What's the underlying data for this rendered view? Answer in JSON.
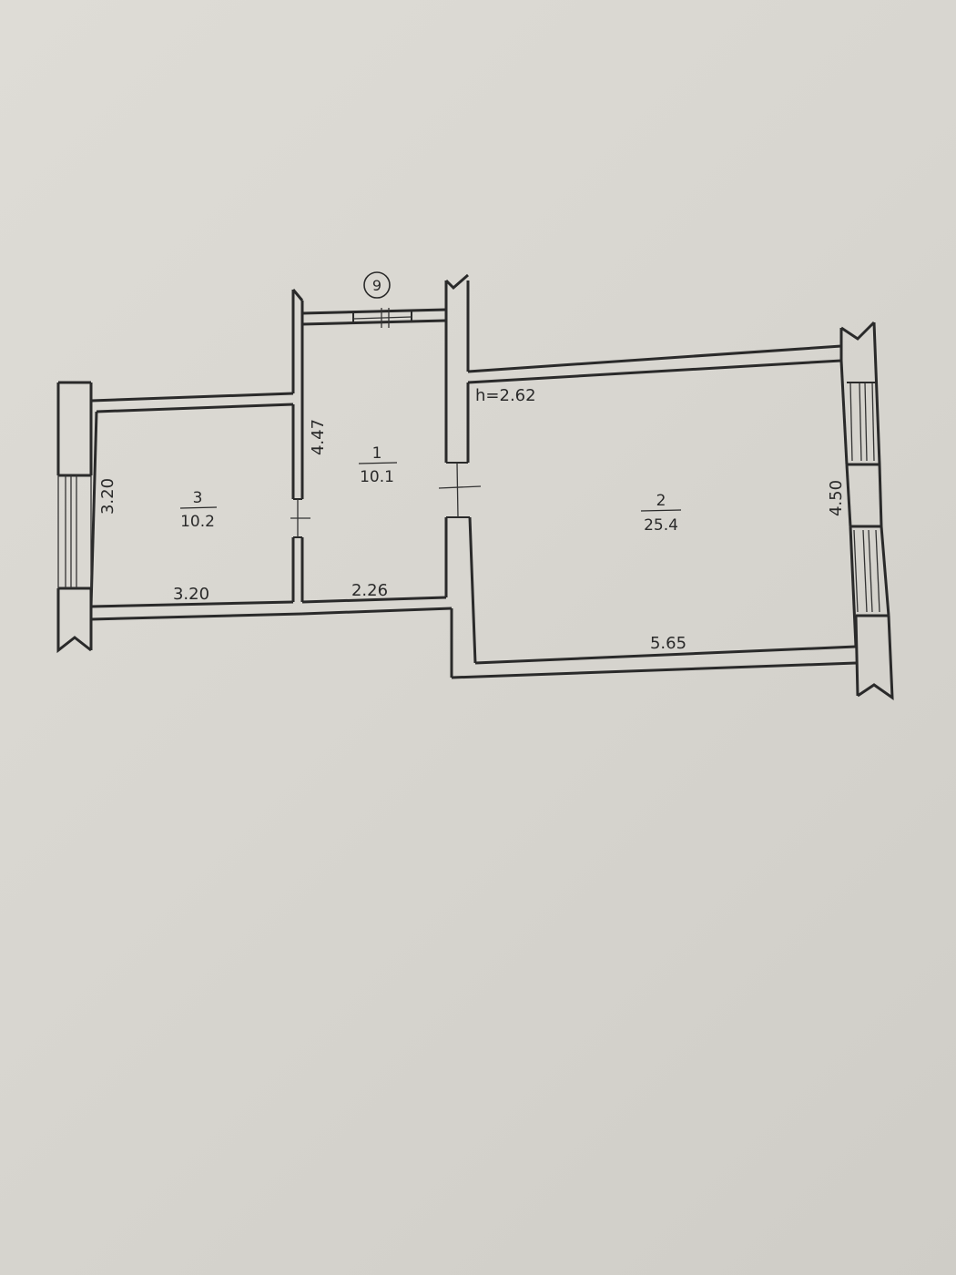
{
  "plan": {
    "ceiling_height": "h=2.62",
    "section_marker": "9",
    "rooms": [
      {
        "number": "1",
        "area": "10.1",
        "width": "2.26",
        "length": "4.47"
      },
      {
        "number": "2",
        "area": "25.4",
        "width": "5.65",
        "length": "4.50"
      },
      {
        "number": "3",
        "area": "10.2",
        "width": "3.20",
        "length": "3.20"
      }
    ]
  }
}
